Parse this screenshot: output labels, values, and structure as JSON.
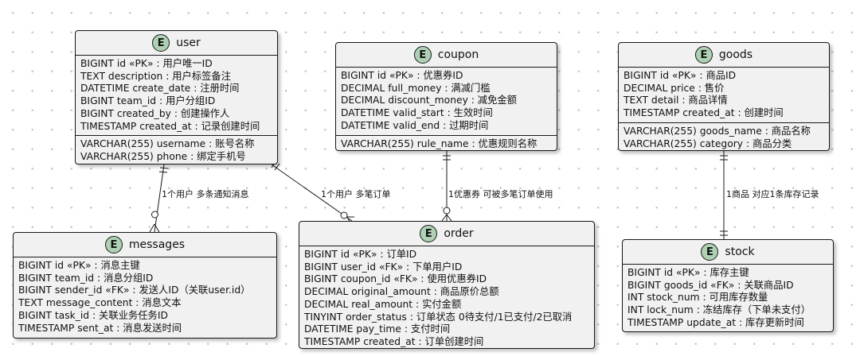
{
  "entities": {
    "user": {
      "name": "user",
      "badge": "E",
      "keys": [
        "BIGINT id «PK» : 用户唯一ID",
        "TEXT description : 用户标签备注",
        "DATETIME create_date : 注册时间",
        "BIGINT team_id : 用户分组ID",
        "BIGINT created_by : 创建操作人",
        "TIMESTAMP created_at : 记录创建时间"
      ],
      "attrs": [
        "VARCHAR(255) username : 账号名称",
        "VARCHAR(255) phone : 绑定手机号"
      ]
    },
    "coupon": {
      "name": "coupon",
      "badge": "E",
      "keys": [
        "BIGINT id «PK» : 优惠券ID",
        "DECIMAL full_money : 满减门槛",
        "DECIMAL discount_money : 减免金额",
        "DATETIME valid_start : 生效时间",
        "DATETIME valid_end : 过期时间"
      ],
      "attrs": [
        "VARCHAR(255) rule_name : 优惠规则名称"
      ]
    },
    "goods": {
      "name": "goods",
      "badge": "E",
      "keys": [
        "BIGINT id «PK» : 商品ID",
        "DECIMAL price : 售价",
        "TEXT detail : 商品详情",
        "TIMESTAMP created_at : 创建时间"
      ],
      "attrs": [
        "VARCHAR(255) goods_name : 商品名称",
        "VARCHAR(255) category : 商品分类"
      ]
    },
    "messages": {
      "name": "messages",
      "badge": "E",
      "keys": [
        "BIGINT id «PK» : 消息主键",
        "BIGINT team_id : 消息分组ID",
        "BIGINT sender_id «FK» : 发送人ID（关联user.id）",
        "TEXT message_content : 消息文本",
        "BIGINT task_id : 关联业务任务ID",
        "TIMESTAMP sent_at : 消息发送时间"
      ]
    },
    "order": {
      "name": "order",
      "badge": "E",
      "keys": [
        "BIGINT id «PK» : 订单ID",
        "BIGINT user_id «FK» : 下单用户ID",
        "BIGINT coupon_id «FK» : 使用优惠券ID",
        "DECIMAL original_amount : 商品原价总额",
        "DECIMAL real_amount : 实付金额",
        "TINYINT order_status : 订单状态 0待支付/1已支付/2已取消",
        "DATETIME pay_time : 支付时间",
        "TIMESTAMP created_at : 订单创建时间"
      ]
    },
    "stock": {
      "name": "stock",
      "badge": "E",
      "keys": [
        "BIGINT id «PK» : 库存主键",
        "BIGINT goods_id «FK» : 关联商品ID",
        "INT stock_num : 可用库存数量",
        "INT lock_num : 冻结库存（下单未支付）",
        "TIMESTAMP update_at : 库存更新时间"
      ]
    }
  },
  "relations": {
    "user_messages": "1个用户 多条通知消息",
    "user_order": "1个用户 多笔订单",
    "coupon_order": "1优惠券 可被多笔订单使用",
    "goods_stock": "1商品 对应1条库存记录"
  }
}
